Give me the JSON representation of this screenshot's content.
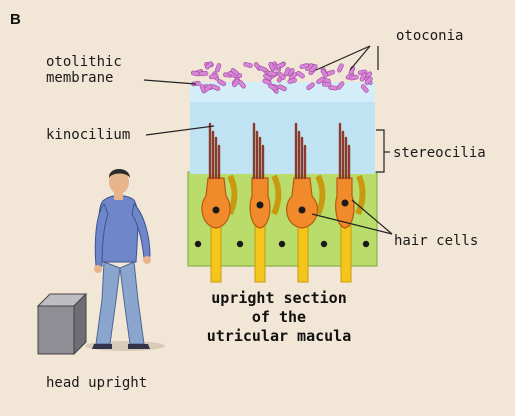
{
  "panel_label": "B",
  "labels": {
    "otolithic_line1": "otolithic",
    "otolithic_line2": "membrane",
    "otoconia": "otoconia",
    "kinocilium": "kinocilium",
    "stereocilia": "stereocilia",
    "hair_cells": "hair cells",
    "head_upright": "head upright"
  },
  "caption": {
    "line1": "upright section",
    "line2": "of the",
    "line3": "utricular macula"
  },
  "colors": {
    "background": "#f2e6d6",
    "otoconia": "#d884d8",
    "membrane": "#bfe3f2",
    "support_layer": "#b9dc6a",
    "hair_cell": "#f08a2a",
    "nerve": "#f4c51a",
    "shirt": "#6f86c9",
    "trousers": "#8aa6cf",
    "box": "#8e8e94"
  }
}
